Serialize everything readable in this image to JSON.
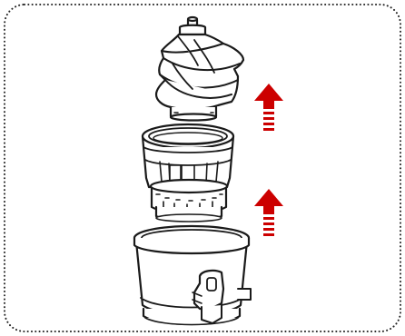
{
  "diagram": {
    "frame": {
      "style": "dotted-rounded",
      "color": "#222222"
    },
    "parts": [
      "auger-screw",
      "juicing-screen",
      "drum-bowl"
    ],
    "arrows": [
      {
        "direction": "up",
        "color": "#cc0000"
      },
      {
        "direction": "up",
        "color": "#cc0000"
      }
    ]
  }
}
